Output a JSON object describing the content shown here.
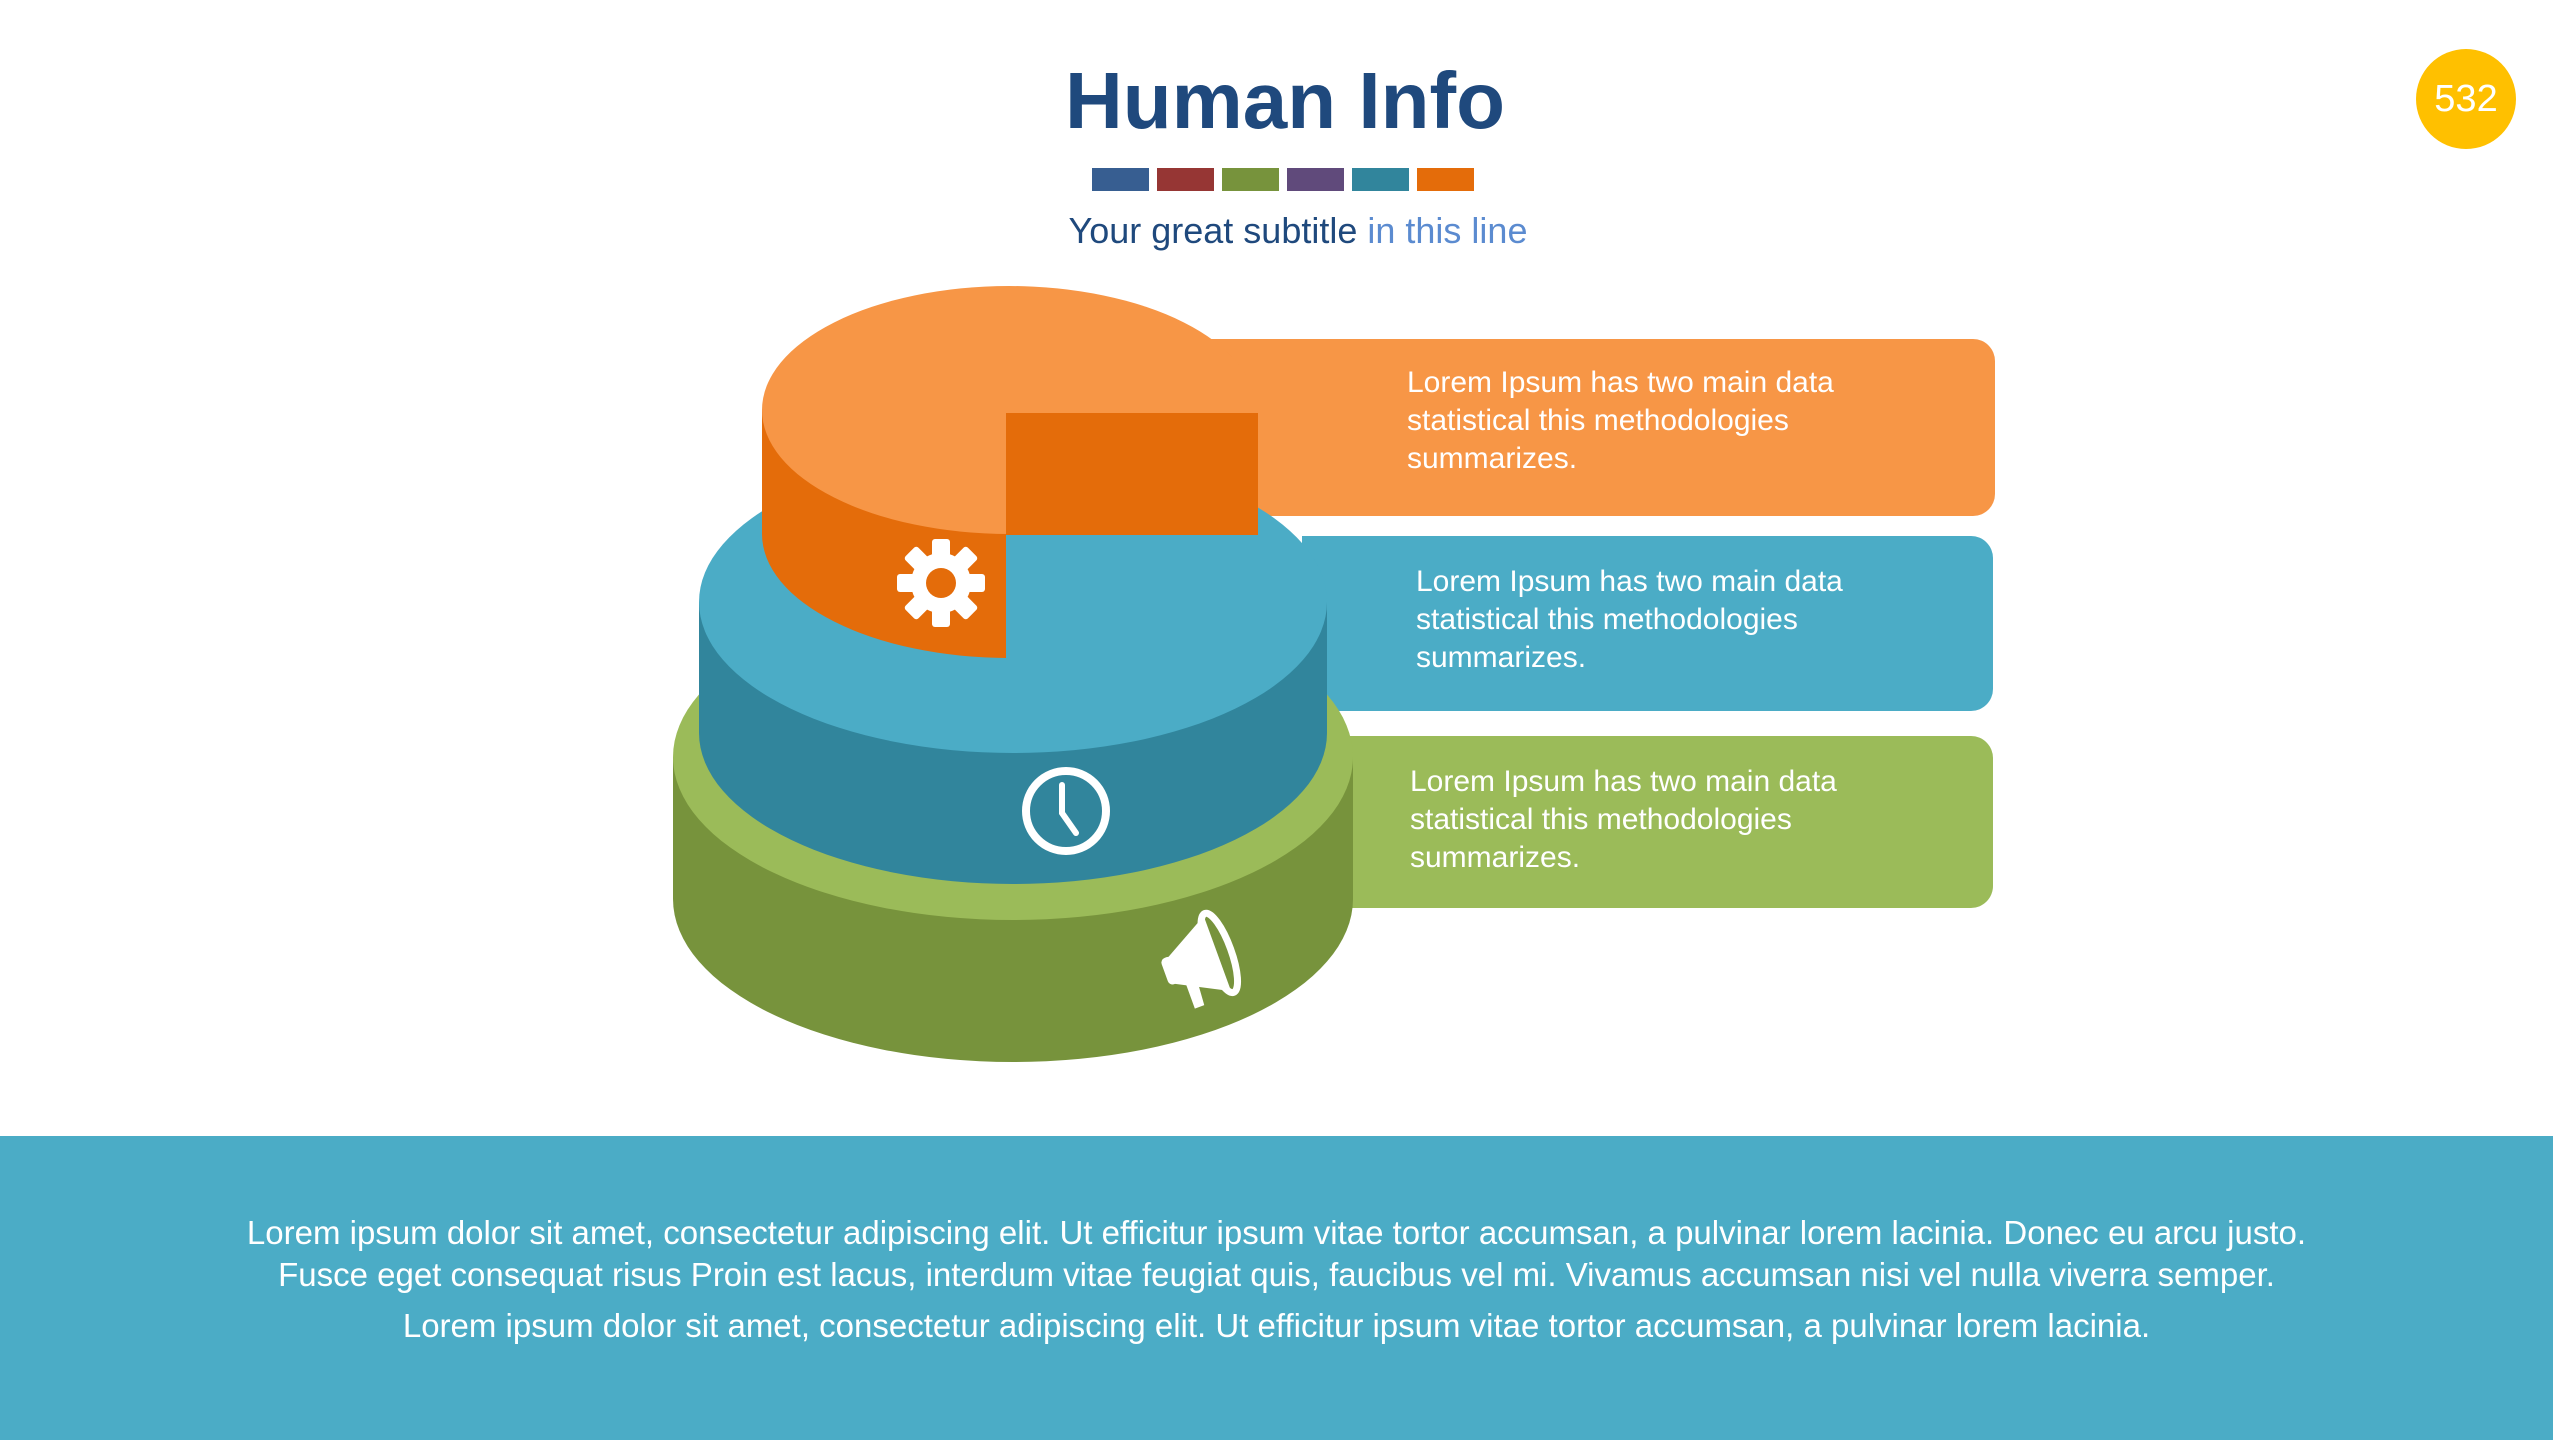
{
  "header": {
    "title": "Human Info",
    "subtitle_main": "Your great subtitle",
    "subtitle_highlight": "in this line",
    "page_number": "532"
  },
  "swatch_colors": [
    "#375E91",
    "#963634",
    "#77933C",
    "#604A7B",
    "#31859C",
    "#E46C0A"
  ],
  "layers": [
    {
      "icon": "gear-icon",
      "text": "Lorem Ipsum has two main data statistical this methodologies summarizes.",
      "color": "#F79646"
    },
    {
      "icon": "clock-icon",
      "text": "Lorem Ipsum has two main data statistical this methodologies summarizes.",
      "color": "#4BACC6"
    },
    {
      "icon": "megaphone-icon",
      "text": "Lorem Ipsum has two main data statistical this methodologies summarizes.",
      "color": "#9BBB59"
    }
  ],
  "footer": {
    "lines": [
      "Lorem ipsum dolor sit amet, consectetur adipiscing elit. Ut efficitur ipsum vitae tortor accumsan, a pulvinar lorem lacinia. Donec eu arcu justo.",
      "Fusce eget consequat risus Proin est lacus, interdum vitae feugiat quis, faucibus vel mi.  Vivamus accumsan nisi vel nulla viverra semper.",
      "Lorem ipsum dolor sit amet, consectetur adipiscing elit. Ut efficitur ipsum vitae tortor accumsan, a pulvinar lorem lacinia."
    ]
  }
}
